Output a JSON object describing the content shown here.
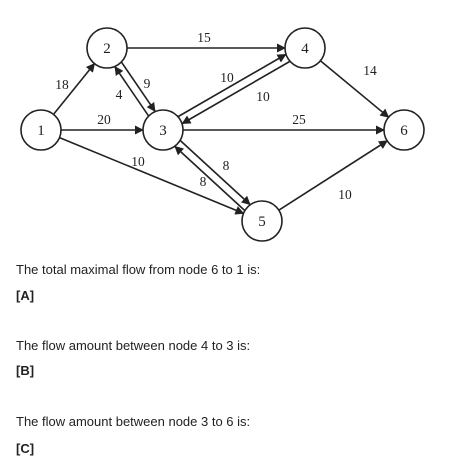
{
  "network": {
    "nodes": [
      {
        "id": "1",
        "label": "1"
      },
      {
        "id": "2",
        "label": "2"
      },
      {
        "id": "3",
        "label": "3"
      },
      {
        "id": "4",
        "label": "4"
      },
      {
        "id": "5",
        "label": "5"
      },
      {
        "id": "6",
        "label": "6"
      }
    ],
    "edges": [
      {
        "from": "1",
        "to": "2",
        "capacity": "18"
      },
      {
        "from": "1",
        "to": "3",
        "capacity": "20"
      },
      {
        "from": "1",
        "to": "5",
        "capacity": "10"
      },
      {
        "from": "2",
        "to": "4",
        "capacity": "15"
      },
      {
        "from": "2",
        "to": "3",
        "capacity": "9"
      },
      {
        "from": "3",
        "to": "2",
        "capacity": "4"
      },
      {
        "from": "3",
        "to": "4",
        "capacity": "10"
      },
      {
        "from": "4",
        "to": "3",
        "capacity": "10"
      },
      {
        "from": "3",
        "to": "6",
        "capacity": "25"
      },
      {
        "from": "3",
        "to": "5",
        "capacity": "8"
      },
      {
        "from": "5",
        "to": "3",
        "capacity": "8"
      },
      {
        "from": "4",
        "to": "6",
        "capacity": "14"
      },
      {
        "from": "5",
        "to": "6",
        "capacity": "10"
      }
    ]
  },
  "questions": [
    {
      "text": "The total maximal flow from node 6 to 1 is:",
      "answer": "[A]"
    },
    {
      "text": "The flow amount between node 4 to 3 is:",
      "answer": "[B]"
    },
    {
      "text": "The flow amount between node 3 to 6 is:",
      "answer": "[C]"
    }
  ]
}
